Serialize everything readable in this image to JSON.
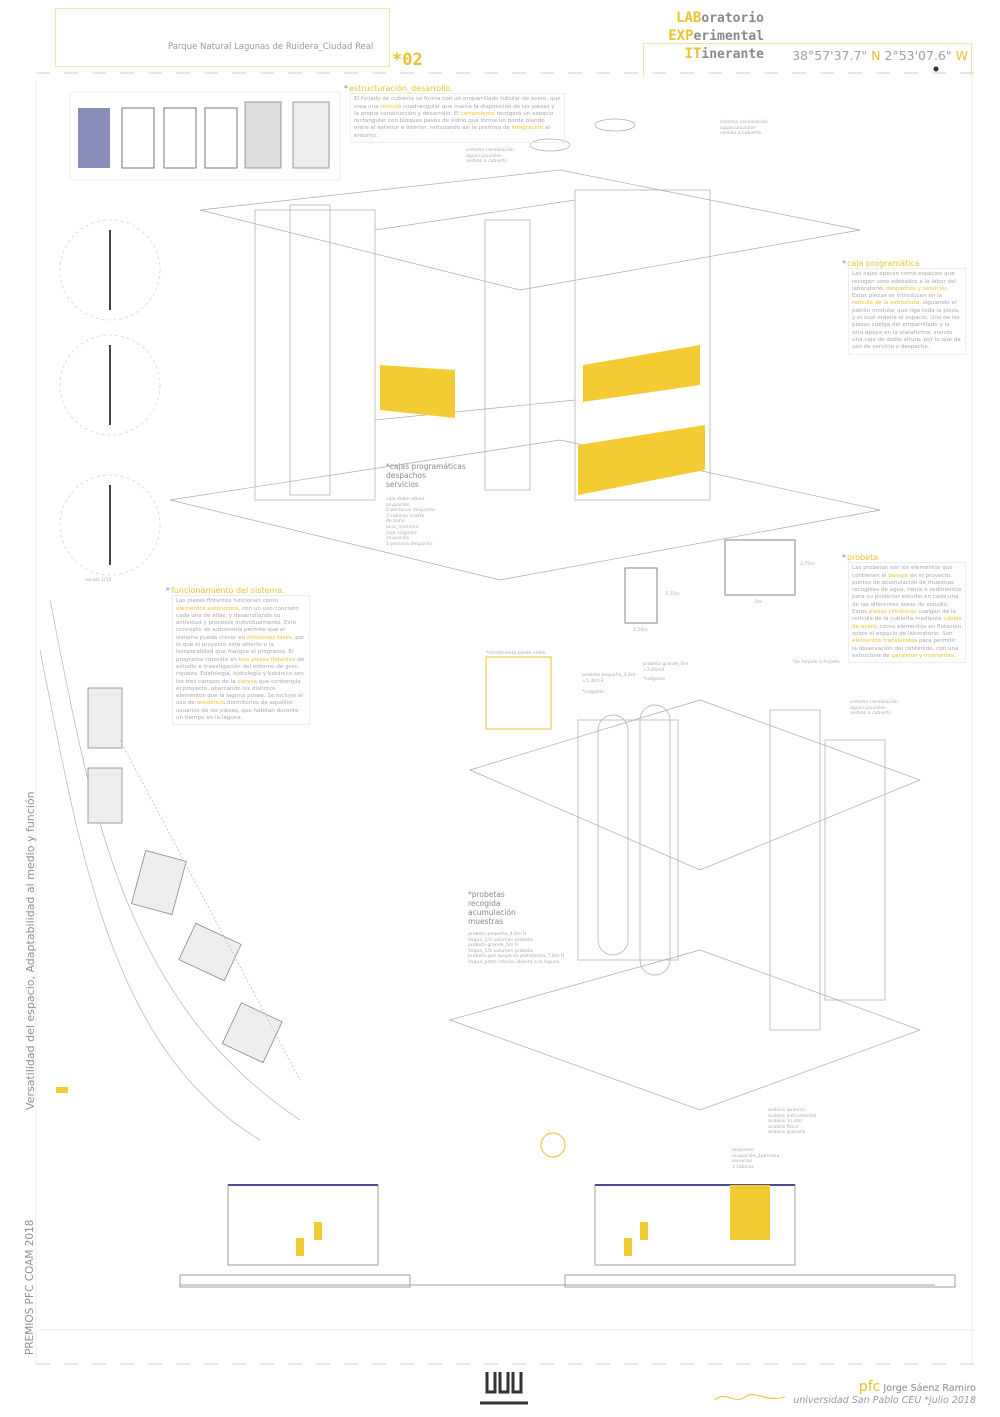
{
  "header": {
    "title_lines": [
      {
        "caps": "LAB",
        "rest": "oratorio"
      },
      {
        "caps": "EXP",
        "rest": "erimental"
      },
      {
        "caps": "IT",
        "rest": "inerante"
      }
    ],
    "location": "Parque Natural Lagunas de Ruidera_Ciudad Real",
    "sheet_number": "*02",
    "coordinates": {
      "lat": "38°57'37.7\"",
      "lat_dir": "N",
      "lon": "2°53'07.6\"",
      "lon_dir": "W"
    }
  },
  "notes": {
    "estructuracion": {
      "title": "estructuración_desarrollo.",
      "parts": [
        "El forjado de cubierta se forma con un emparrillado tubular de acero, que crea una ",
        "retícula",
        " cuadrangular que marca la disposición de las piezas y la propia construcción y desarrollo. El ",
        "cerramiento",
        " recogerá un espacio rectangular con bloques pavés de vidrio que forme un borde blando entre el exterior e interior, reforzando así la premisa de ",
        "integración",
        " al entorno."
      ]
    },
    "caja": {
      "title": "caja programática",
      "parts": [
        "Las cajas operan como espacios que recogen usos adosados a la labor del laboratorio, ",
        "despachos y servicios.",
        " Estas piezas se introducen en la ",
        "retícula de la estructura",
        ", siguiendo el patrón modular que rige toda la pieza, y el cual ordena el espacio. Una de las piezas cuelga del emparrillado y la otra apoya en la plataforma, siendo una caja de doble altura, por lo que da uso de servicio y despacho."
      ]
    },
    "probeta": {
      "title": "probeta",
      "parts": [
        "Las probetas son los elementos que contienen el ",
        "paisaje",
        " en el proyecto, puntos de acumulación de muestras recogidas de agua, tierra o sedimentos para su posterior estudio en cada una de las diferentes áreas de estudio. Estas ",
        "piezas cilíndricas",
        " cuelgan de la retícula de la cubierta mediante ",
        "cables de acero",
        ", como elementos en flotación sobre el espacio de laboratorio. Son ",
        "elementos translúcidos",
        " para permitir la observación del contenido, con una estructura de ",
        "paralelos y montantes",
        "."
      ]
    },
    "funcionamiento": {
      "title": "funcionamiento del sistema.",
      "parts": [
        "Las piezas flotantes funcionan como ",
        "elementos autónomos",
        ", con un uso concreto cada una de ellas, y desarrollando su actividad y procesos individualmente. Este concepto de autonomía permite que el sistema pueda crecer en ",
        "diferentes fases",
        ", por lo que el proyecto está abierto a la temporalidad que marque el programa. El programa consiste en ",
        "tres piezas flotantes",
        " de estudio e investigación del entorno de gran riqueza. Edafología, hidrología y botánica son los tres campos de la ",
        "ciencia",
        " que contempla el proyecto, abarcando los distintos elementos que la laguna posee. Se incluye el uso de ",
        "residencia",
        ",dormitorios de aquellos usuarios de las piezas, que habitan durante un tiempo en la laguna."
      ]
    }
  },
  "labels": {
    "cajas_title": "*cajas programáticas\ndespachos\nservicios",
    "cajas_detail": "caja doble altura\nocupación\n2 personas despacho\n3 cabinas cuarto\nde baño\nluna_nnnnnnn\ncaja colgante\nocupación\n1 persona despacho",
    "probetas_title": "*probetas\nrecogida\nacumulación\nmuestras",
    "probetas_detail": "probeta pequeña_4,6m H\nVagua_1/3 volumen probeta\nprobeta grande_6m H\nVagua_1/5 volumen probeta\nprobeta que apoya en plataforma_7,6m H\nVagua_parte inferior abierta a la laguna",
    "pluviales_1": "sistema canalización\naguas pluviales\nvertido a cubierta",
    "pluviales_2": "sistema canalización\naguas pluviales\nvertido a cubierta",
    "pluviales_3": "sistema canalización\naguas pluviales\nvertido a cubierta",
    "probeta_pequena": "probeta pequeña_4,6m\n+1,30m3",
    "probeta_grande": "probeta grande_6m\n+2,65m3",
    "colgante_1": "*colgante",
    "colgante_2": "*colgante",
    "forjado": "*de forjado a forjado",
    "cerramiento": "*cerramiento pavés vidrio",
    "escala": "escala 1/10",
    "dim_375": "3,75m",
    "dim_5": "5m",
    "dim_375b": "3,75m",
    "dim_250": "2,50m",
    "analisis": "análisis químico\nanálisis instrumental\nanálisis 'in situ'\nanálisis físico\nanálisis granular",
    "despacho": "despacho\nocupación_1persona\nservicios\n3 cabinas"
  },
  "side": {
    "vertical_1": "Versatilidad del espacio, Adaptabilidad al medio y función",
    "vertical_2": "PREMIOS PFC COAM 2018"
  },
  "footer": {
    "pfc": "pfc",
    "author": "Jorge Sáenz Ramiro",
    "university": "universidad San Pablo CEU  *julio 2018"
  },
  "colors": {
    "accent": "#e8c230",
    "line": "#9a9a9a"
  }
}
